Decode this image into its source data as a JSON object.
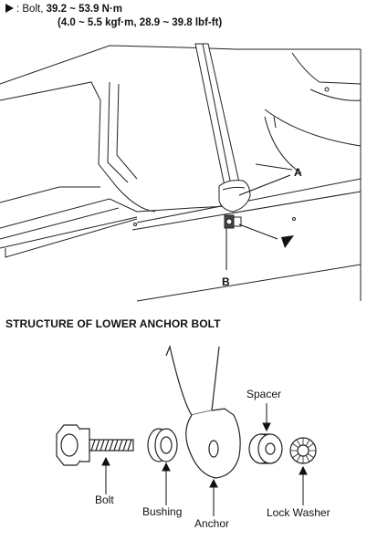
{
  "torque_spec": {
    "prefix": ": Bolt, ",
    "value_nm": "39.2 ~ 53.9 N·m",
    "line2": "(4.0 ~ 5.5 kgf·m, 28.9 ~ 39.8 lbf-ft)"
  },
  "callouts": {
    "a": "A",
    "b": "B"
  },
  "section_title": "STRUCTURE OF LOWER ANCHOR BOLT",
  "parts": {
    "bolt": "Bolt",
    "bushing": "Bushing",
    "anchor": "Anchor",
    "spacer": "Spacer",
    "lock_washer": "Lock Washer"
  }
}
